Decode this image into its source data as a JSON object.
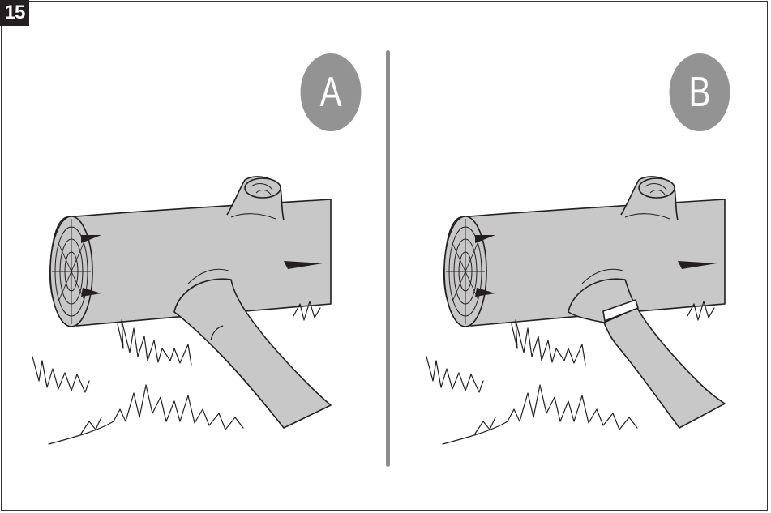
{
  "step": {
    "number": "15"
  },
  "panels": [
    {
      "label": "A"
    },
    {
      "label": "B"
    }
  ],
  "colors": {
    "log_fill": "#c8c8c8",
    "badge": "#231f20",
    "label_circle": "#939393",
    "divider": "#8c8c8c",
    "outline": "#231f20"
  }
}
